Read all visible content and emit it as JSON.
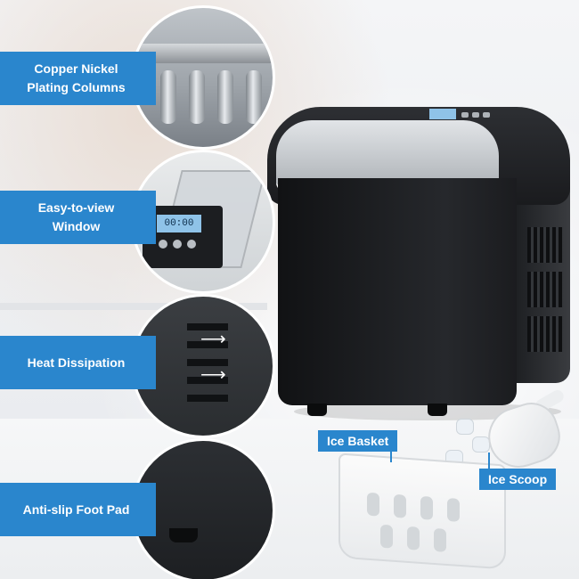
{
  "callouts": [
    {
      "label": "Copper Nickel Plating Columns",
      "line1": "Copper Nickel",
      "line2": "Plating Columns",
      "icon": "ice-mold-columns"
    },
    {
      "label": "Easy-to-view Window",
      "line1": "Easy-to-view",
      "line2": "Window",
      "icon": "control-panel-window",
      "display": "00:00"
    },
    {
      "label": "Heat Dissipation",
      "line1": "Heat Dissipation",
      "icon": "side-vent"
    },
    {
      "label": "Anti-slip Foot Pad",
      "line1": "Anti-slip Foot Pad",
      "icon": "foot-pad"
    }
  ],
  "accessories": {
    "basket_label": "Ice Basket",
    "scoop_label": "Ice Scoop"
  },
  "colors": {
    "accent": "#2a86cd",
    "machine": "#1a1b1e",
    "text_on_accent": "#ffffff"
  }
}
